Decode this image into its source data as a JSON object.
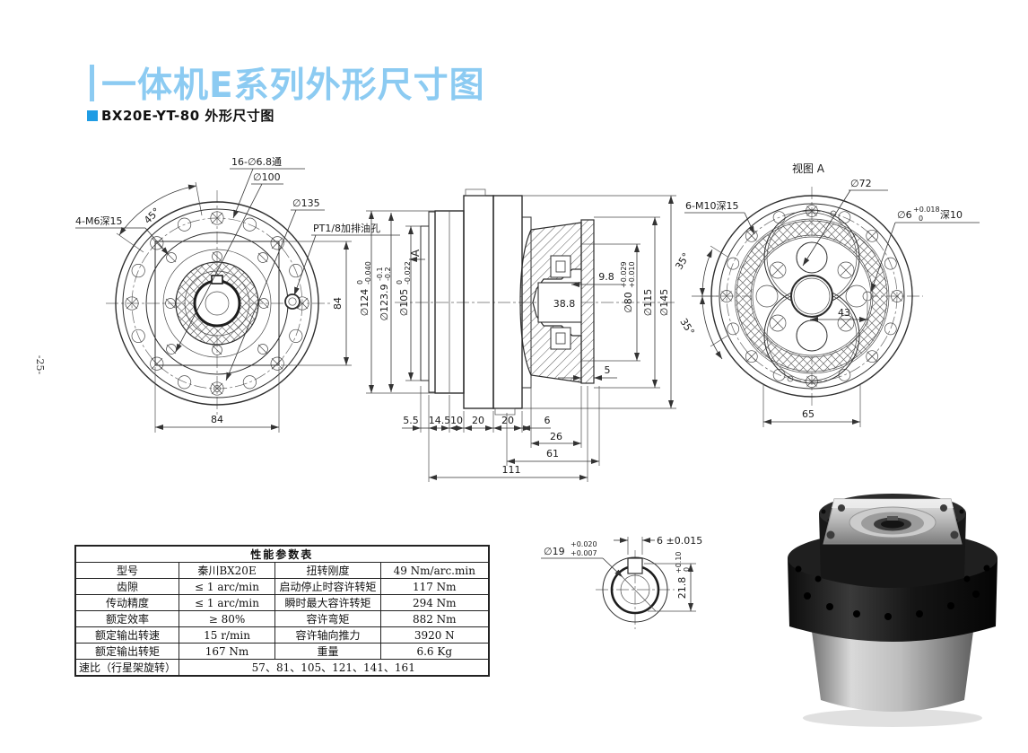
{
  "page": {
    "title": "一体机E系列外形尺寸图",
    "subtitle": "BX20E-YT-80 外形尺寸图",
    "page_number": "-25-",
    "accent_color": "#8CCBF2",
    "bullet_color": "#1F9CE4"
  },
  "front_view": {
    "angle_45": "45°",
    "holes_16": "16-∅6.8通",
    "d100": "∅100",
    "d135": "∅135",
    "m6": "4-M6深15",
    "oil_port": "PT1/8加排油孔",
    "dim_84_v": "84",
    "dim_84_h": "84"
  },
  "section": {
    "view_arrow": "A",
    "d124": {
      "main": "∅124",
      "up": "0",
      "low": "-0.040"
    },
    "d1239": {
      "main": "∅123.9",
      "up": "-0.1",
      "low": "-0.2"
    },
    "d105": {
      "main": "∅105",
      "up": "0",
      "low": "-0.022"
    },
    "d80": {
      "main": "∅80",
      "up": "+0.029",
      "low": "+0.010"
    },
    "d115": "∅115",
    "d145": "∅145",
    "n98": "9.8",
    "n388": "38.8",
    "n5": "5",
    "chain": {
      "c1": "5.5",
      "c2": "14.5",
      "c3": "10",
      "c4": "20",
      "c5": "20",
      "c6": "6"
    },
    "n26": "26",
    "n61": "61",
    "n111": "111"
  },
  "view_a": {
    "title": "视图 A",
    "d72": "∅72",
    "m10": "6-M10深15",
    "d6": {
      "main": "∅6",
      "up": "+0.018",
      "low": "0",
      "depth": "深10"
    },
    "angle_35_top": "35°",
    "angle_35_bottom": "35°",
    "n43": "43",
    "n65": "65"
  },
  "detail": {
    "d19": {
      "main": "∅19",
      "up": "+0.020",
      "low": "+0.007"
    },
    "key_width": "6 ±0.015",
    "key_height": {
      "main": "21.8",
      "up": "+0.10",
      "low": "0"
    }
  },
  "table": {
    "title": "性能参数表",
    "rows": [
      [
        "型号",
        "秦川BX20E",
        "扭转刚度",
        "49 Nm/arc.min"
      ],
      [
        "齿隙",
        "≤ 1 arc/min",
        "启动停止时容许转矩",
        "117 Nm"
      ],
      [
        "传动精度",
        "≤ 1 arc/min",
        "瞬时最大容许转矩",
        "294 Nm"
      ],
      [
        "额定效率",
        "≥ 80%",
        "容许弯矩",
        "882 Nm"
      ],
      [
        "额定输出转速",
        "15 r/min",
        "容许轴向推力",
        "3920 N"
      ],
      [
        "额定输出转矩",
        "167 Nm",
        "重量",
        "6.6 Kg"
      ]
    ],
    "ratio_label": "速比（行星架旋转）",
    "ratio_value": "57、81、105、121、141、161"
  }
}
